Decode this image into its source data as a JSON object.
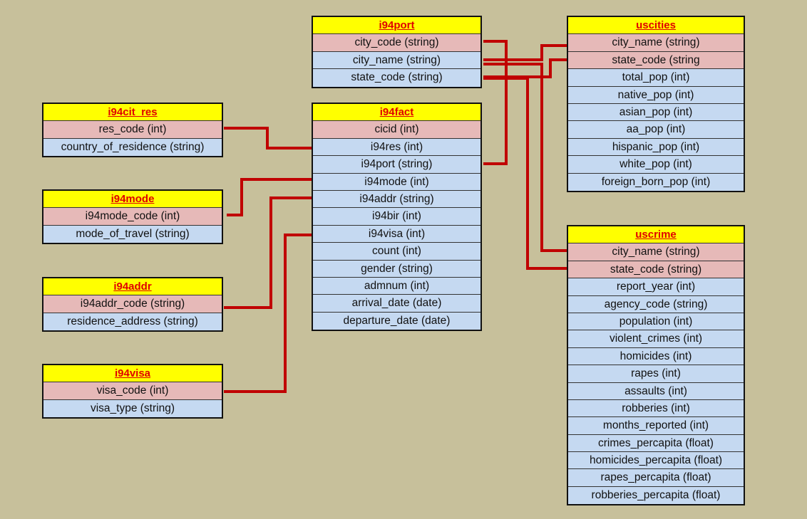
{
  "colors": {
    "background": "#c7c09b",
    "header_fill": "#ffff00",
    "header_text": "#e00000",
    "key_fill": "#e6b9b8",
    "attr_fill": "#c5d9f1",
    "connector": "#c00000"
  },
  "tables": {
    "i94port": {
      "title": "i94port",
      "rows": [
        {
          "text": "city_code (string)",
          "key": true
        },
        {
          "text": "city_name (string)",
          "key": false
        },
        {
          "text": "state_code (string)",
          "key": false
        }
      ]
    },
    "uscities": {
      "title": "uscities",
      "rows": [
        {
          "text": "city_name (string)",
          "key": true
        },
        {
          "text": "state_code (string",
          "key": true
        },
        {
          "text": "total_pop (int)",
          "key": false
        },
        {
          "text": "native_pop (int)",
          "key": false
        },
        {
          "text": "asian_pop (int)",
          "key": false
        },
        {
          "text": "aa_pop (int)",
          "key": false
        },
        {
          "text": "hispanic_pop (int)",
          "key": false
        },
        {
          "text": "white_pop (int)",
          "key": false
        },
        {
          "text": "foreign_born_pop (int)",
          "key": false
        }
      ]
    },
    "i94cit_res": {
      "title": "i94cit_res",
      "rows": [
        {
          "text": "res_code (int)",
          "key": true
        },
        {
          "text": "country_of_residence (string)",
          "key": false
        }
      ]
    },
    "i94fact": {
      "title": "i94fact",
      "rows": [
        {
          "text": "cicid (int)",
          "key": true
        },
        {
          "text": "i94res (int)",
          "key": false
        },
        {
          "text": "i94port (string)",
          "key": false
        },
        {
          "text": "i94mode (int)",
          "key": false
        },
        {
          "text": "i94addr (string)",
          "key": false
        },
        {
          "text": "i94bir (int)",
          "key": false
        },
        {
          "text": "i94visa (int)",
          "key": false
        },
        {
          "text": "count (int)",
          "key": false
        },
        {
          "text": "gender (string)",
          "key": false
        },
        {
          "text": "admnum (int)",
          "key": false
        },
        {
          "text": "arrival_date (date)",
          "key": false
        },
        {
          "text": "departure_date (date)",
          "key": false
        }
      ]
    },
    "i94mode": {
      "title": "i94mode",
      "rows": [
        {
          "text": "i94mode_code (int)",
          "key": true
        },
        {
          "text": "mode_of_travel (string)",
          "key": false
        }
      ]
    },
    "i94addr": {
      "title": "i94addr",
      "rows": [
        {
          "text": "i94addr_code (string)",
          "key": true
        },
        {
          "text": "residence_address (string)",
          "key": false
        }
      ]
    },
    "i94visa": {
      "title": "i94visa",
      "rows": [
        {
          "text": "visa_code (int)",
          "key": true
        },
        {
          "text": "visa_type (string)",
          "key": false
        }
      ]
    },
    "uscrime": {
      "title": "uscrime",
      "rows": [
        {
          "text": "city_name (string)",
          "key": true
        },
        {
          "text": "state_code (string)",
          "key": true
        },
        {
          "text": "report_year (int)",
          "key": false
        },
        {
          "text": "agency_code (string)",
          "key": false
        },
        {
          "text": "population (int)",
          "key": false
        },
        {
          "text": "violent_crimes (int)",
          "key": false
        },
        {
          "text": "homicides (int)",
          "key": false
        },
        {
          "text": "rapes (int)",
          "key": false
        },
        {
          "text": "assaults (int)",
          "key": false
        },
        {
          "text": "robberies (int)",
          "key": false
        },
        {
          "text": "months_reported (int)",
          "key": false
        },
        {
          "text": "crimes_percapita (float)",
          "key": false
        },
        {
          "text": "homicides_percapita (float)",
          "key": false
        },
        {
          "text": "rapes_percapita (float)",
          "key": false
        },
        {
          "text": "robberies_percapita (float)",
          "key": false
        }
      ]
    }
  }
}
